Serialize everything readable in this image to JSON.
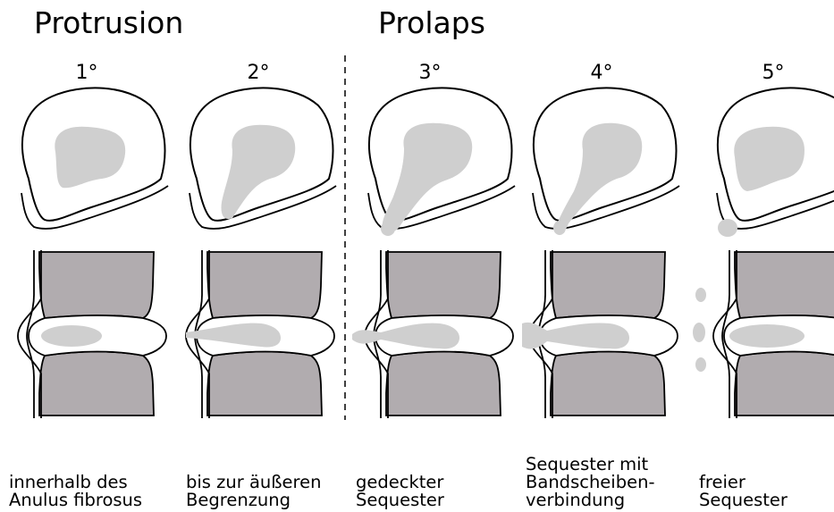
{
  "headings": {
    "protrusion": "Protrusion",
    "prolaps": "Prolaps"
  },
  "stages": [
    {
      "grade": "1°",
      "caption": "innerhalb des\nAnulus fibrosus"
    },
    {
      "grade": "2°",
      "caption": "bis zur äußeren\nBegrenzung"
    },
    {
      "grade": "3°",
      "caption": "gedeckter\nSequester"
    },
    {
      "grade": "4°",
      "caption": "Sequester mit\nBandscheiben-\nverbindung"
    },
    {
      "grade": "5°",
      "caption": "freier\nSequester"
    }
  ],
  "colors": {
    "vertebra": "#b1acaf",
    "nucleus": "#cfcfcf",
    "outline": "#000000"
  }
}
